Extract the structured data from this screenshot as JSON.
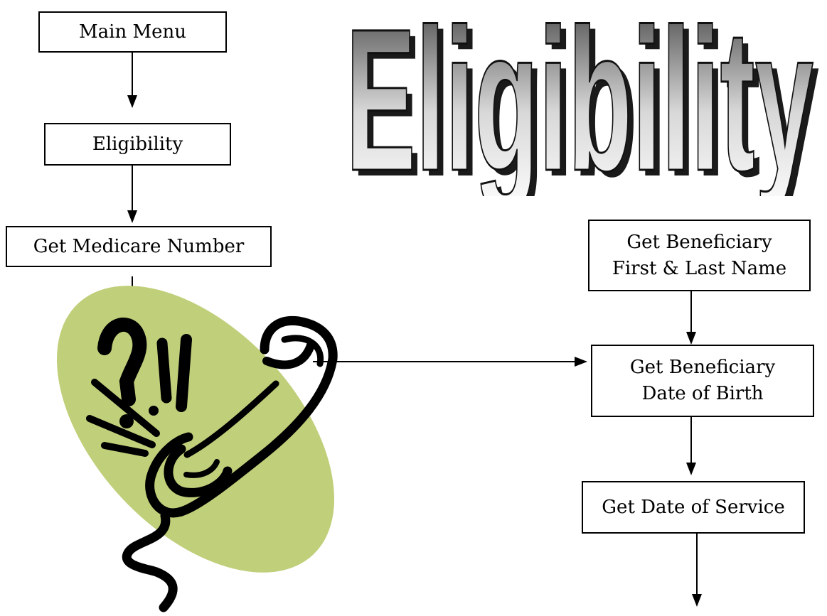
{
  "title": "Eligibility",
  "colors": {
    "ellipse_fill": "#c0cf7a",
    "stroke": "#000000",
    "wordart_light": "#ffffff",
    "wordart_dark": "#3a3a3a"
  },
  "icon": "phone-with-question-mark-icon",
  "boxes": {
    "main_menu": [
      "Main Menu"
    ],
    "eligibility": [
      "Eligibility"
    ],
    "get_medicare": [
      "Get Medicare Number"
    ],
    "get_name": [
      "Get Beneficiary",
      "First & Last Name"
    ],
    "get_dob": [
      "Get Beneficiary",
      "Date of Birth"
    ],
    "get_dos": [
      "Get Date of Service"
    ]
  }
}
